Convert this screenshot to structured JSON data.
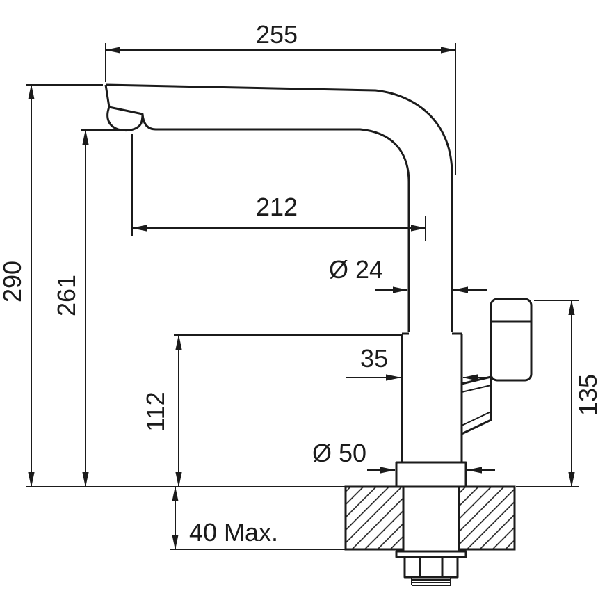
{
  "labels": {
    "width_overall": "255",
    "height_overall": "290",
    "outlet_height": "261",
    "spout_reach": "212",
    "spout_tube_diameter": "Ø 24",
    "body_width": "35",
    "body_height": "112",
    "handle_top_height": "135",
    "base_diameter": "Ø 50",
    "deck_thickness_max": "40 Max."
  },
  "colors": {
    "line": "#1b1b1b",
    "background": "#ffffff"
  }
}
